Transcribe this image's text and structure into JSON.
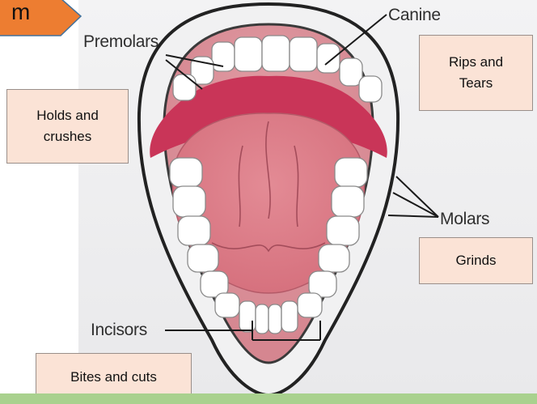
{
  "banner": {
    "text": "m",
    "color": "#ed7d31"
  },
  "diagram_labels": {
    "premolars": "Premolars",
    "canine": "Canine",
    "molars": "Molars",
    "incisors": "Incisors"
  },
  "callouts": {
    "holds": "Holds and\ncrushes",
    "rips": "Rips and\nTears",
    "grinds": "Grinds",
    "bites": "Bites and cuts"
  },
  "colors": {
    "callout_fill": "#fbe3d6",
    "gum": "#cf3a5c",
    "tongue": "#e58a94",
    "tooth": "#ffffff",
    "footer": "#a9d18e"
  }
}
